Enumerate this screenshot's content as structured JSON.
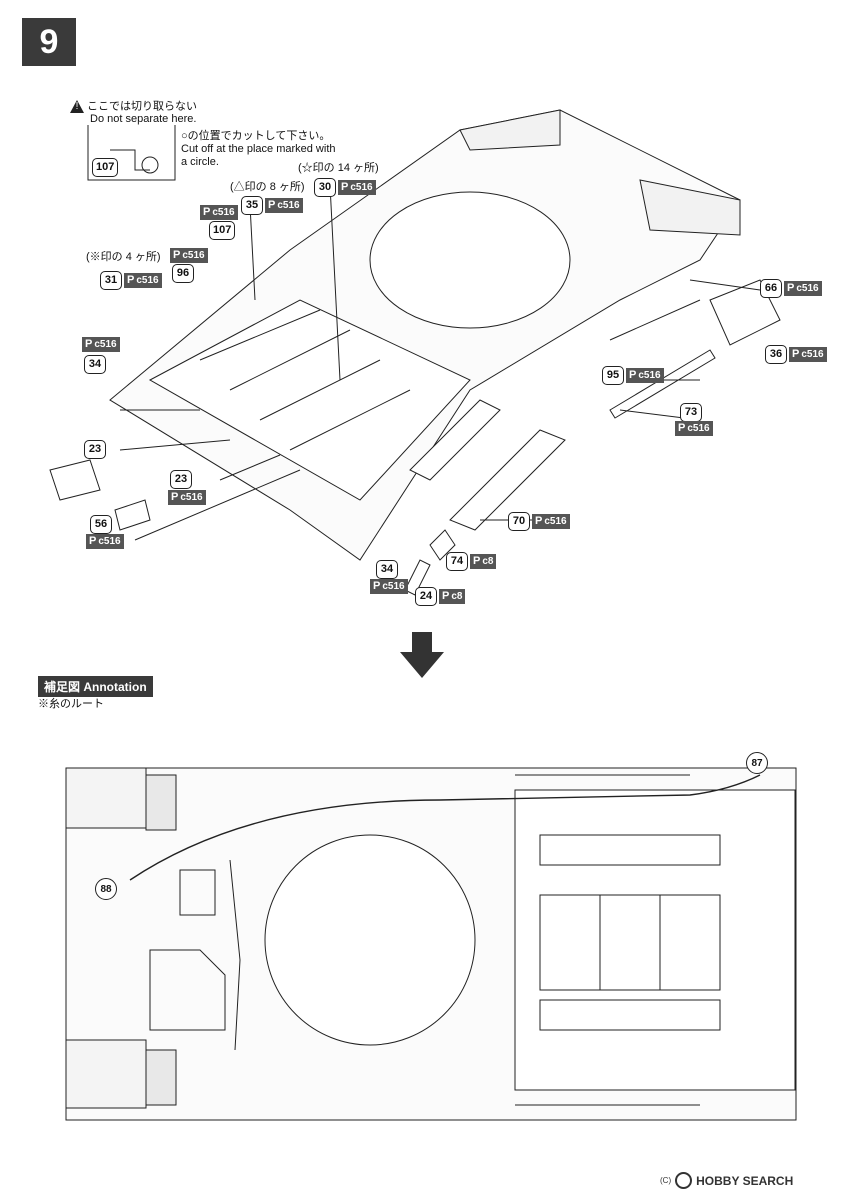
{
  "step": {
    "number": "9"
  },
  "warning": {
    "jp": "ここでは切り取らない",
    "en": "Do not separate here."
  },
  "cut_note": {
    "jp": "○の位置でカットして下さい。",
    "en_line1": "Cut off at the place marked with",
    "en_line2": "a circle."
  },
  "marks": {
    "star14": "(☆印の 14 ヶ所)",
    "tri8": "(△印の 8 ヶ所)",
    "kome4": "(※印の 4 ヶ所)"
  },
  "parts": [
    {
      "id": "p107a",
      "num": "107",
      "pc": ""
    },
    {
      "id": "p107b",
      "num": "107",
      "pc": "c516"
    },
    {
      "id": "p30",
      "num": "30",
      "pc": "c516"
    },
    {
      "id": "p35",
      "num": "35",
      "pc": "c516"
    },
    {
      "id": "p31",
      "num": "31",
      "pc": "c516"
    },
    {
      "id": "p96",
      "num": "96",
      "pc": "c516"
    },
    {
      "id": "p34a",
      "num": "34",
      "pc": "c516"
    },
    {
      "id": "p23a",
      "num": "23",
      "pc": ""
    },
    {
      "id": "p23b",
      "num": "23",
      "pc": "c516"
    },
    {
      "id": "p56",
      "num": "56",
      "pc": "c516"
    },
    {
      "id": "p66",
      "num": "66",
      "pc": "c516"
    },
    {
      "id": "p36",
      "num": "36",
      "pc": "c516"
    },
    {
      "id": "p95",
      "num": "95",
      "pc": "c516"
    },
    {
      "id": "p73",
      "num": "73",
      "pc": "c516"
    },
    {
      "id": "p70",
      "num": "70",
      "pc": "c516"
    },
    {
      "id": "p74",
      "num": "74",
      "pc": "c8"
    },
    {
      "id": "p34b",
      "num": "34",
      "pc": "c516"
    },
    {
      "id": "p24",
      "num": "24",
      "pc": "c8"
    }
  ],
  "p_letter": "P",
  "annotation": {
    "title": "補足図 Annotation",
    "sub": "※糸のルート"
  },
  "callouts": {
    "c87": "87",
    "c88": "88"
  },
  "logo": {
    "text": "HOBBY SEARCH",
    "copy": "(C)"
  }
}
